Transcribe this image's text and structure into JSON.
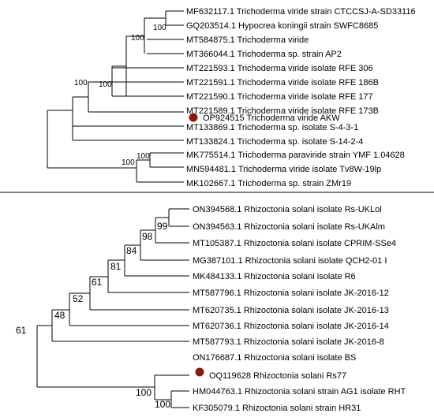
{
  "colors": {
    "marker": "#8b1a10",
    "line": "#000000"
  },
  "tree1": {
    "leaves": [
      "MF632117.1 Trichoderma viride strain CTCCSJ-A-SD33116",
      "GQ203514.1 Hypocrea koningii strain SWFC8685",
      "MT584875.1 Trichoderma viride",
      "MT366044.1 Trichoderma sp. strain AP2",
      "MT221593.1 Trichoderma viride isolate RFE 306",
      "MT221591.1 Trichoderma viride isolate RFE 186B",
      "MT221590.1 Trichoderma viride isolate RFE 177",
      "MT221589.1 Trichoderma viride isolate RFE 173B",
      "OP924515 Trichoderma viride AKW",
      "MT133869.1 Trichoderma sp. isolate S-4-3-1",
      "MT133824.1 Trichoderma sp. isolate S-14-2-4",
      "MK775514.1 Trichoderma paraviride strain YMF 1.04628",
      "MN594481.1 Trichoderma viride isolate Tv8W-19lp",
      "MK102667.1 Trichoderma sp. strain ZMr19"
    ],
    "supports": [
      "100",
      "100",
      "100",
      "100",
      "100",
      "100"
    ]
  },
  "tree2": {
    "leaves": [
      "ON394568.1 Rhizoctonia solani isolate Rs-UKLol",
      "ON394563.1 Rhizoctonia solani isolate Rs-UKAlm",
      "MT105387.1 Rhizoctonia solani isolate CPRIM-SSe4",
      "MG387101.1 Rhizoctonia solani isolate QCH2-01 I",
      "MK484133.1 Rhizoctonia solani isolate R6",
      "MT587796.1 Rhizoctonia solani isolate JK-2016-12",
      "MT620735.1 Rhizoctonia solani isolate JK-2016-13",
      "MT620736.1 Rhizoctonia solani isolate JK-2016-14",
      "MT587793.1 Rhizoctonia solani isolate JK-2016-8",
      "ON176687.1 Rhizoctonia solani isolate BS",
      "OQ119628 Rhizoctonia solani Rs77",
      "HM044763.1 Rhizoctonia solani strain AG1 isolate RHT",
      "KF305079.1 Rhizoctonia solani strain HR31"
    ],
    "supports": [
      "99",
      "98",
      "84",
      "81",
      "61",
      "52",
      "48",
      "61",
      "100",
      "100"
    ]
  }
}
